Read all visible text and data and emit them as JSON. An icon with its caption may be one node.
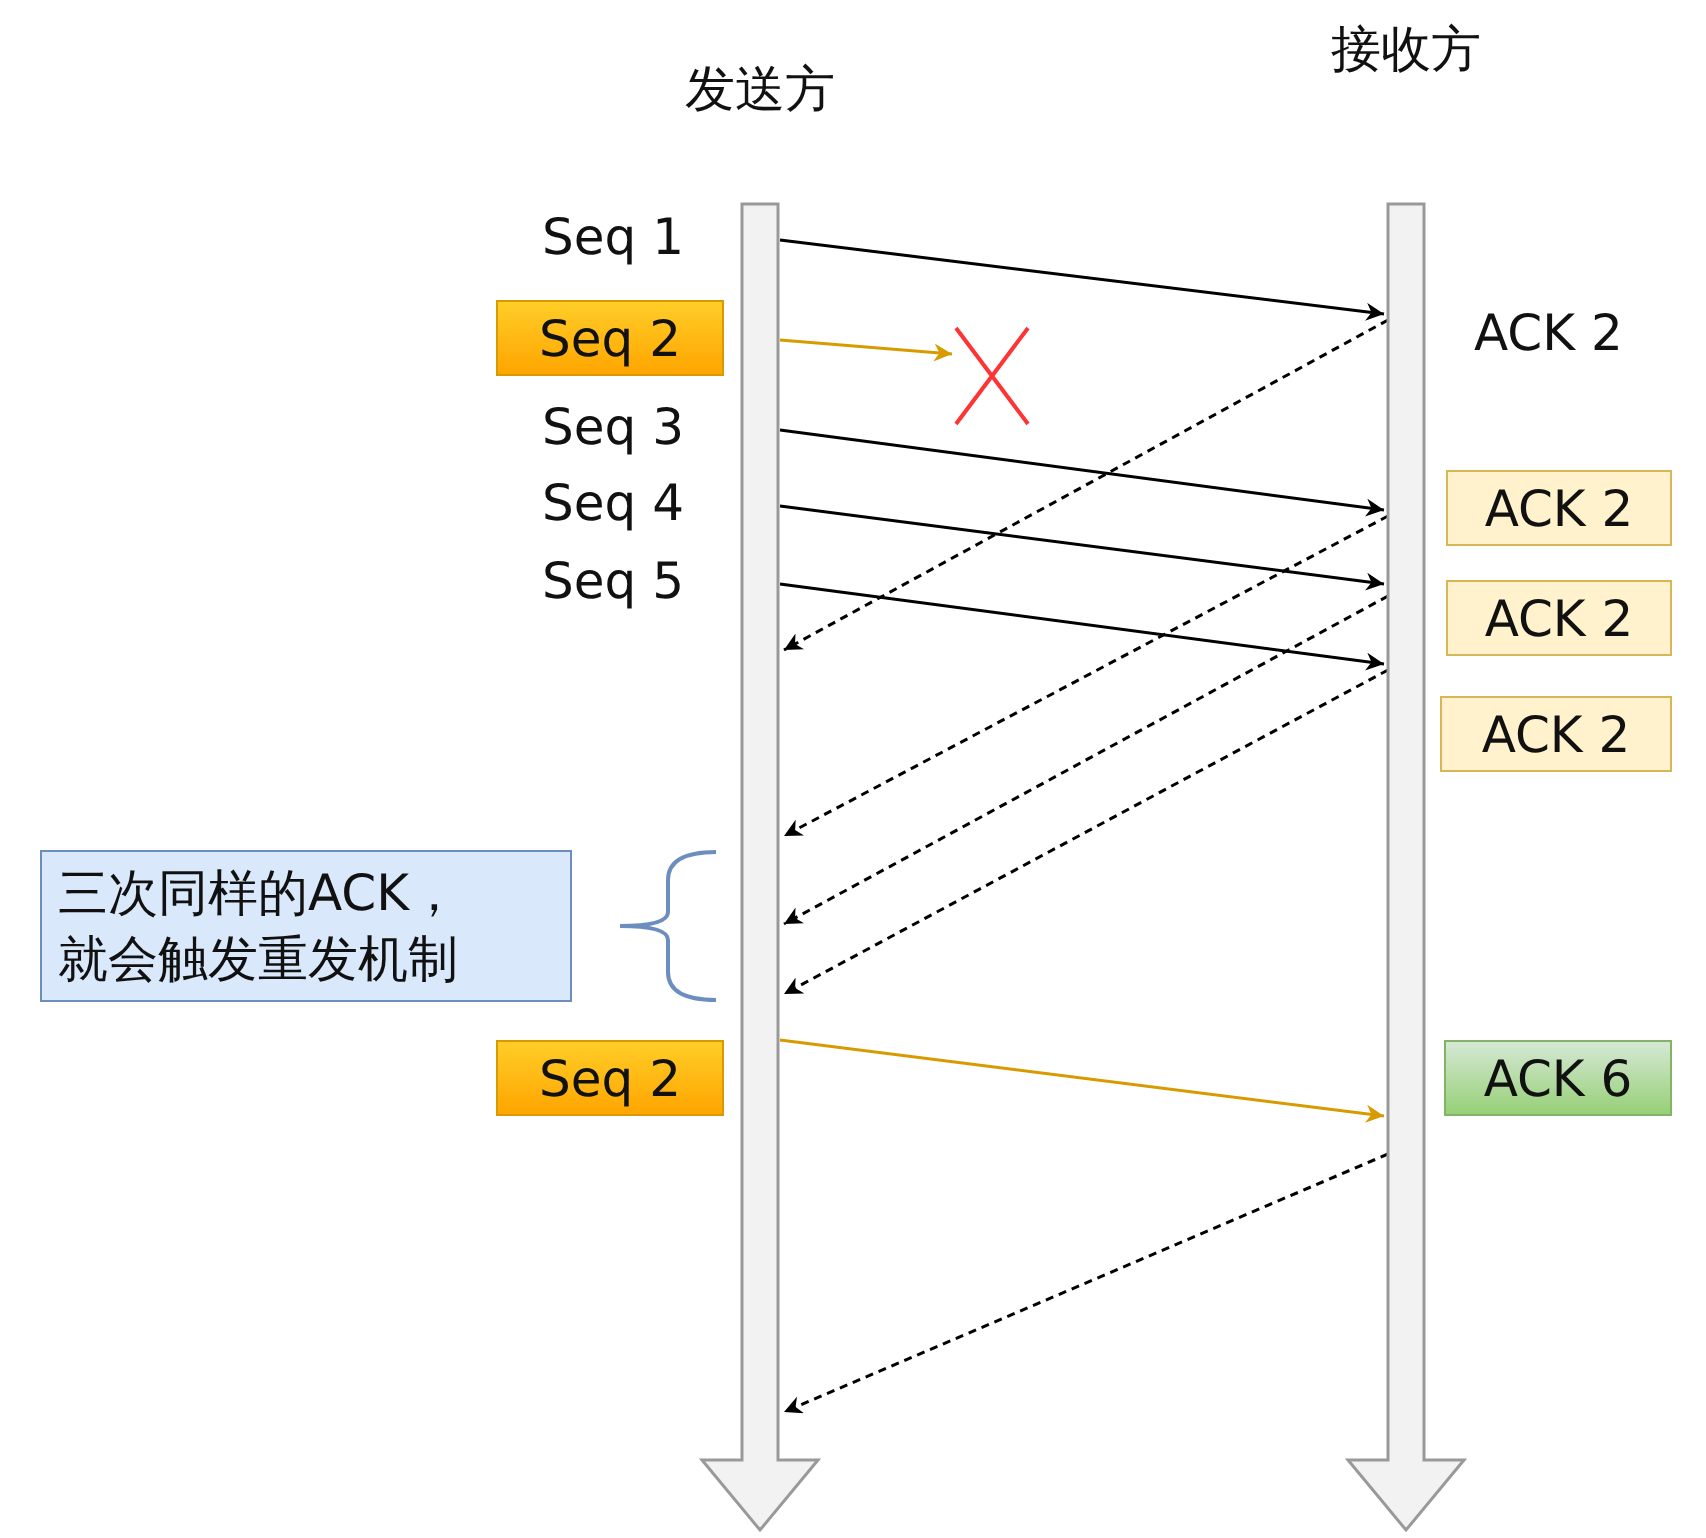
{
  "diagram": {
    "nodes": [
      {
        "text": [
          "发送方"
        ]
      },
      {
        "text": [
          "接收方"
        ]
      },
      {
        "text": [
          "Seq 2"
        ]
      },
      {
        "text": [],
        "shape": "cross"
      },
      {
        "text": [
          "ACK 2"
        ]
      },
      {
        "text": [
          "ACK 2"
        ]
      },
      {
        "text": [
          "ACK 2"
        ]
      },
      {
        "text": [
          "三次同样的ACK，就会触发重发机制"
        ]
      },
      {
        "text": [
          "Seq 2"
        ]
      },
      {
        "text": [
          "ACK 6"
        ]
      }
    ],
    "edges": [
      {
        "from": 0,
        "to": 1,
        "arrow": "to"
      },
      {
        "from": 0,
        "to": 3,
        "arrow": "to",
        "color": "#d79b00"
      },
      {
        "from": 1,
        "to": 0,
        "arrow": "to",
        "style": "dashed"
      },
      {
        "from": 0,
        "to": 1,
        "arrow": "to"
      },
      {
        "from": 0,
        "to": 1,
        "arrow": "to"
      },
      {
        "from": 0,
        "to": 1,
        "arrow": "to"
      },
      {
        "from": 1,
        "to": 0,
        "arrow": "to",
        "style": "dashed"
      },
      {
        "from": 1,
        "to": 0,
        "arrow": "to",
        "style": "dashed"
      },
      {
        "from": 1,
        "to": 0,
        "arrow": "to",
        "style": "dashed"
      },
      {
        "from": 0,
        "to": 1,
        "arrow": "to",
        "color": "#d79b00"
      },
      {
        "from": 1,
        "to": 0,
        "arrow": "to",
        "style": "dashed"
      }
    ],
    "labels": [
      "Seq 1",
      "ACK 2",
      "Seq 3",
      "Seq 4",
      "Seq 5"
    ]
  }
}
